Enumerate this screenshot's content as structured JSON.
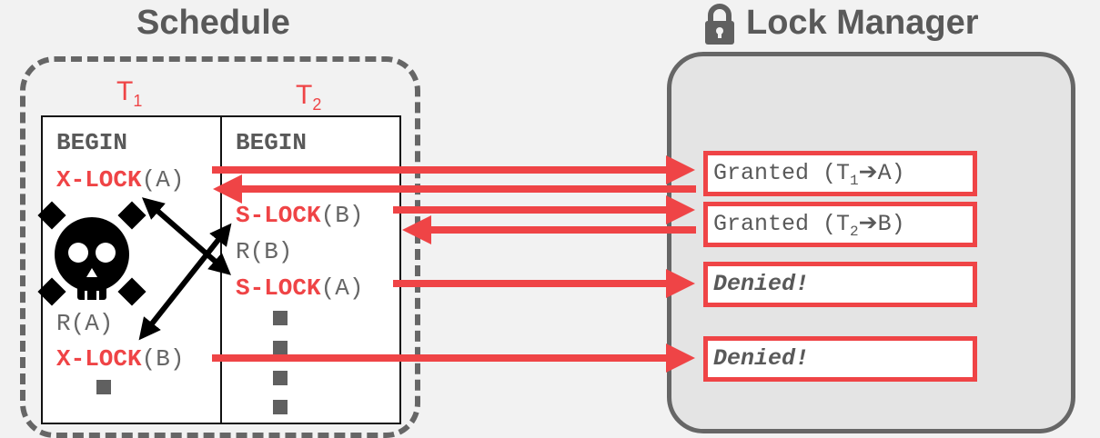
{
  "schedule": {
    "title": "Schedule",
    "t1": {
      "label": "T",
      "sub": "1"
    },
    "t2": {
      "label": "T",
      "sub": "2"
    },
    "t1_ops": [
      {
        "plain": "BEGIN"
      },
      {
        "kw": "X-LOCK",
        "arg": "(A)"
      },
      {
        "plain": "R(A)"
      },
      {
        "kw": "X-LOCK",
        "arg": "(B)"
      }
    ],
    "t2_ops": [
      {
        "plain": "BEGIN"
      },
      {
        "kw": "S-LOCK",
        "arg": "(B)"
      },
      {
        "plain": "R(B)"
      },
      {
        "kw": "S-LOCK",
        "arg": "(A)"
      }
    ]
  },
  "lock_manager": {
    "title": "Lock Manager",
    "responses": [
      {
        "pre": "Granted (T",
        "sub": "1",
        "post": "➔A)"
      },
      {
        "pre": "Granted (T",
        "sub": "2",
        "post": "➔B)"
      },
      {
        "text": "Denied!"
      },
      {
        "text": "Denied!"
      }
    ]
  },
  "colors": {
    "accent": "#ef4446",
    "text": "#595959",
    "border": "#666666"
  }
}
